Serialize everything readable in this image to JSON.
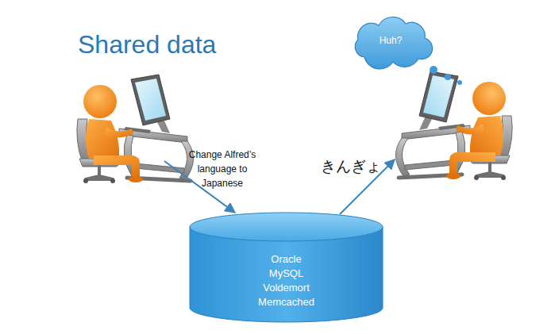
{
  "diagram": {
    "title": "Shared data",
    "nodes": [
      {
        "text": [
          "Oracle MySQL Voldemort Memcached"
        ]
      },
      {
        "text": [
          "Huh?"
        ]
      }
    ],
    "labels": [
      "Change Alfred’s language to Japanese",
      "きんぎょ"
    ]
  }
}
